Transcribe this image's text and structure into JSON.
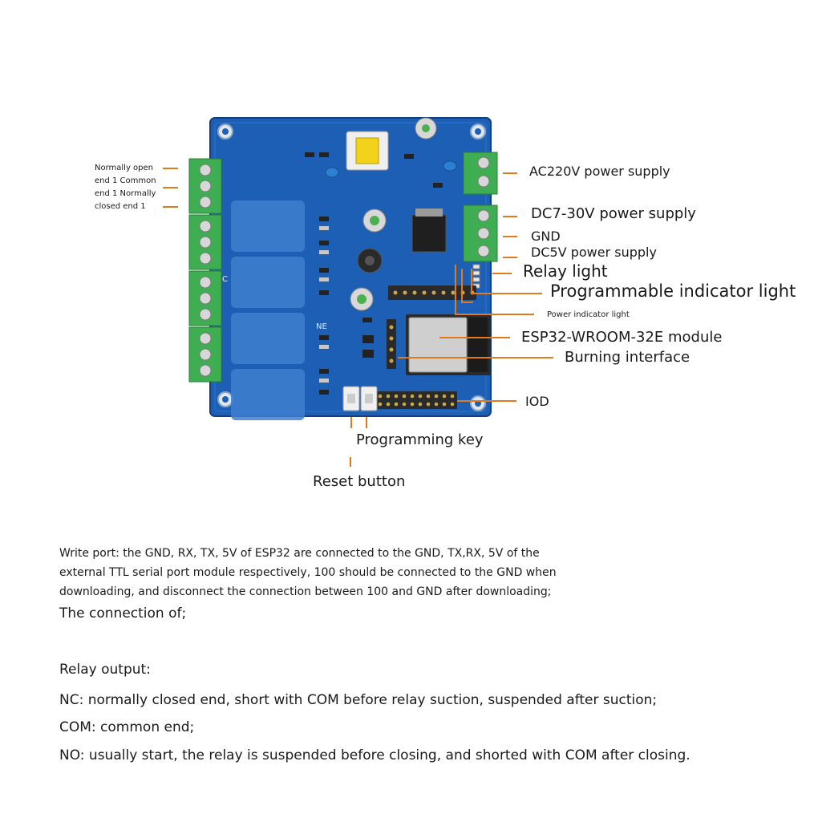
{
  "colors": {
    "pcb": "#1d5fb4",
    "pcb_dark": "#133f80",
    "terminal": "#3fae52",
    "leader": "#e07a1f",
    "relay_blur": "#3f7fd0"
  },
  "diagram": {
    "left_labels": [
      "Normally open",
      "end 1 Common",
      "end 1 Normally",
      "closed end 1"
    ],
    "right_labels": {
      "ac220v": "AC220V power supply",
      "dc7_30v": "DC7-30V power supply",
      "gnd": "GND",
      "dc5v": "DC5V power supply",
      "relay_light": "Relay light",
      "prog_indicator": "Programmable indicator light",
      "power_indicator": "Power indicator light",
      "esp32_module": "ESP32-WROOM-32E module",
      "burning_interface": "Burning interface",
      "iod": "IOD"
    },
    "bottom_labels": {
      "programming_key": "Programming key",
      "reset_button": "Reset button"
    },
    "board_text": {
      "c": "C",
      "ne": "NE"
    }
  },
  "notes": {
    "write_port_1": "Write port: the GND, RX, TX, 5V of ESP32 are connected to the GND, TX,RX, 5V of the",
    "write_port_2": "external TTL serial port module respectively, 100 should be connected to the GND when",
    "write_port_3": "downloading, and disconnect the connection between 100 and GND after downloading;",
    "connection": "The connection of;",
    "relay_output": "Relay output:",
    "nc": "NC: normally closed end, short with COM before relay suction, suspended after suction;",
    "com": "COM: common end;",
    "no": "NO: usually start, the relay is suspended before closing, and shorted with COM after closing."
  }
}
